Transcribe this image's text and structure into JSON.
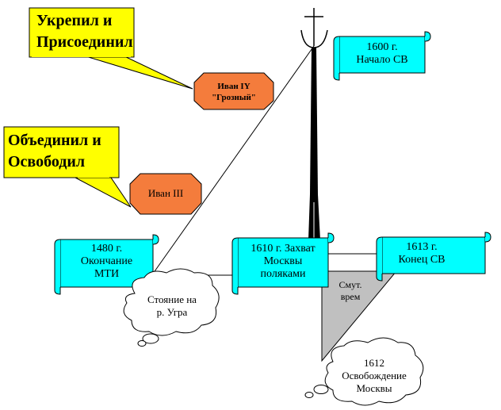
{
  "callouts": {
    "top": [
      "Укрепил и",
      "Присоединил"
    ],
    "middle": [
      "Объединил и",
      "Освободил"
    ]
  },
  "octagons": {
    "ivan4": [
      "Иван IY",
      "\"Грозный\""
    ],
    "ivan3": [
      "Иван III"
    ]
  },
  "scrolls": {
    "start": [
      "1600 г.",
      "Начало СВ"
    ],
    "mti": [
      "1480 г.",
      "Окончание",
      "МТИ"
    ],
    "moscow": [
      "1610 г. Захват",
      "Москвы",
      "поляками"
    ],
    "end": [
      "1613 г.",
      "Конец СВ"
    ]
  },
  "clouds": {
    "ugra": [
      "Стояние  на",
      "р. Угра"
    ],
    "liberation": [
      "1612",
      "Освобождение",
      "Москвы"
    ]
  },
  "triangle": [
    "Смут.",
    "врем"
  ],
  "colors": {
    "callout_fill": "#ffff00",
    "scroll_fill": "#00ffff",
    "octagon_fill": "#f47c3c",
    "triangle_fill": "#c0c0c0",
    "sword_color": "#000000"
  }
}
